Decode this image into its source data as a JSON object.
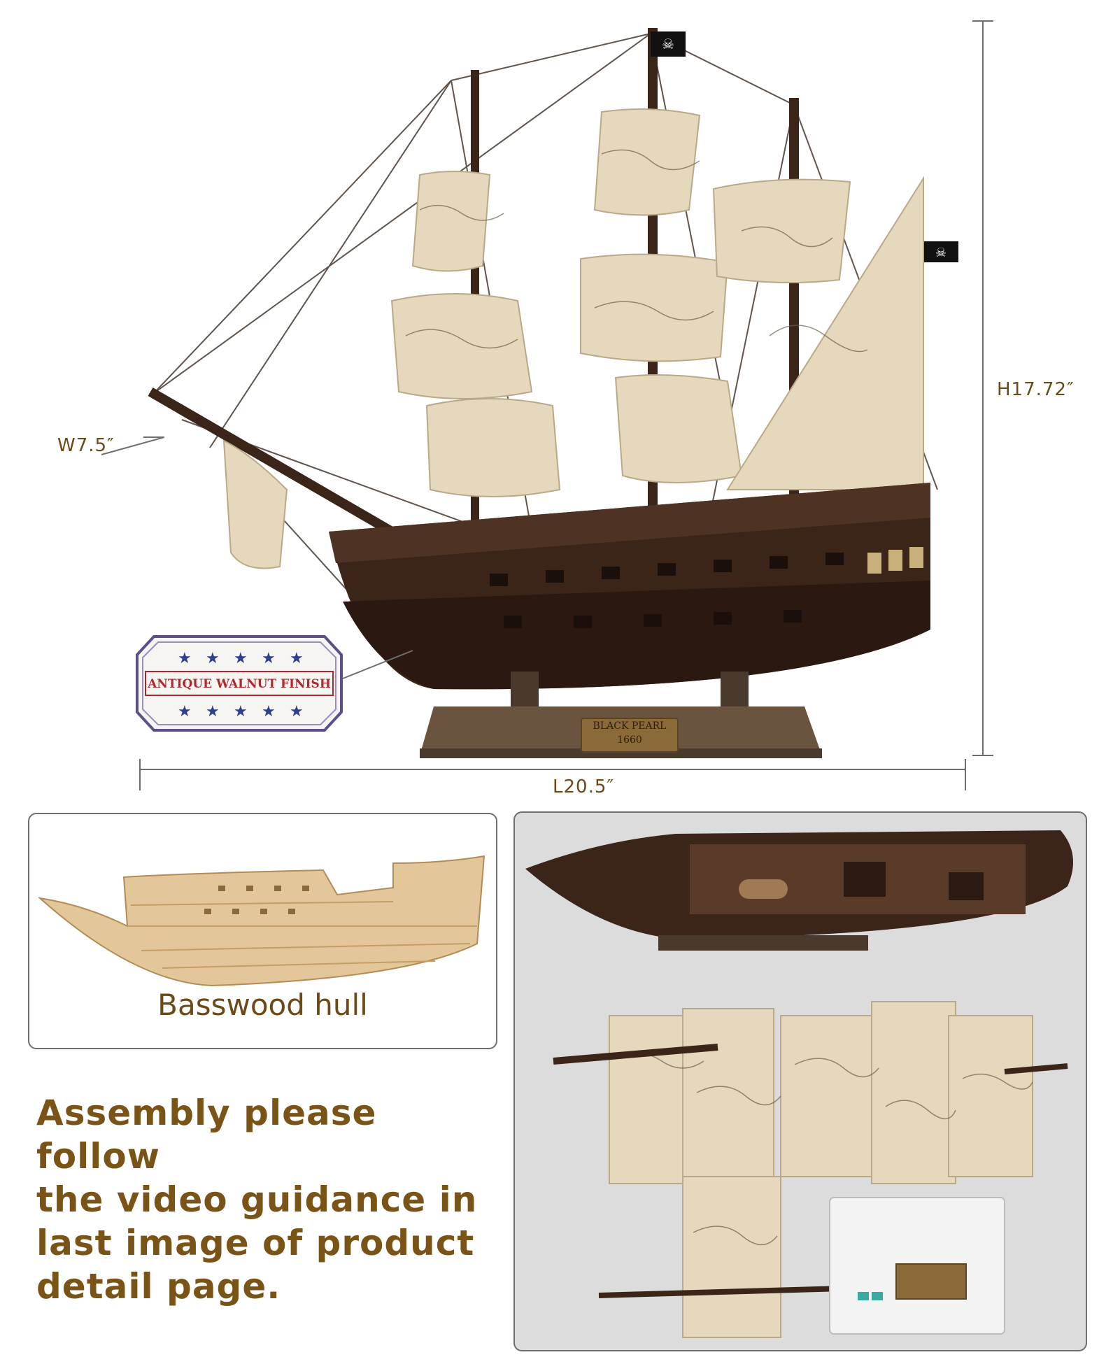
{
  "dimensions": {
    "width": "W7.5″",
    "height": "H17.72″",
    "length": "L20.5″"
  },
  "finish_badge": "ANTIQUE WALNUT FINISH",
  "nameplate": {
    "line1": "BLACK PEARL",
    "line2": "1660"
  },
  "hull_caption": "Basswood hull",
  "assembly_note": [
    "Assembly please follow",
    "the video guidance in",
    "last image of product",
    "detail page."
  ],
  "colors": {
    "text_brown": "#6b4a1a",
    "hull_dark": "#3b2418",
    "sail": "#e6d8bc",
    "badge_red": "#b3262d",
    "badge_blue": "#2f3f8f"
  }
}
